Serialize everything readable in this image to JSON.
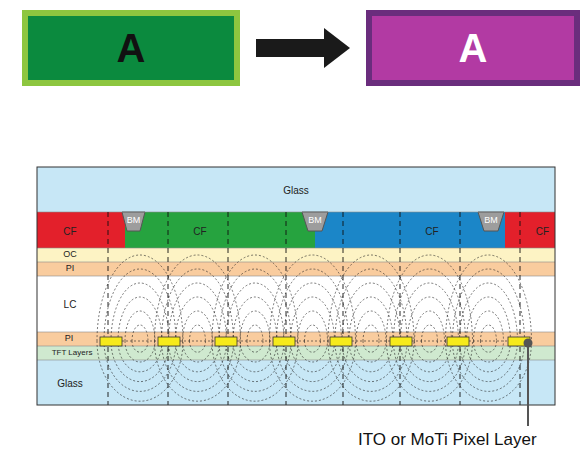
{
  "diagram": {
    "nodes": [
      {
        "text": [
          "A"
        ]
      },
      {
        "text": [
          "A"
        ]
      },
      {
        "text": [
          "Glass"
        ]
      },
      {
        "text": [
          "CF"
        ]
      },
      {
        "text": [
          "BM"
        ]
      },
      {
        "text": [
          "CF"
        ]
      },
      {
        "text": [
          "BM"
        ]
      },
      {
        "text": [
          "CF"
        ]
      },
      {
        "text": [
          "BM"
        ]
      },
      {
        "text": [
          "CF"
        ]
      },
      {
        "text": [
          "OC"
        ]
      },
      {
        "text": [
          "PI"
        ]
      },
      {
        "text": [
          "LC"
        ]
      },
      {
        "text": [
          "PI"
        ]
      },
      {
        "text": [
          "TFT Layers"
        ]
      },
      {
        "text": [
          "Glass"
        ]
      }
    ],
    "edges": [
      {
        "from": 0,
        "to": 1,
        "arrow": "to"
      }
    ],
    "labels": [
      "ITO or MoTi Pixel Layer"
    ]
  }
}
